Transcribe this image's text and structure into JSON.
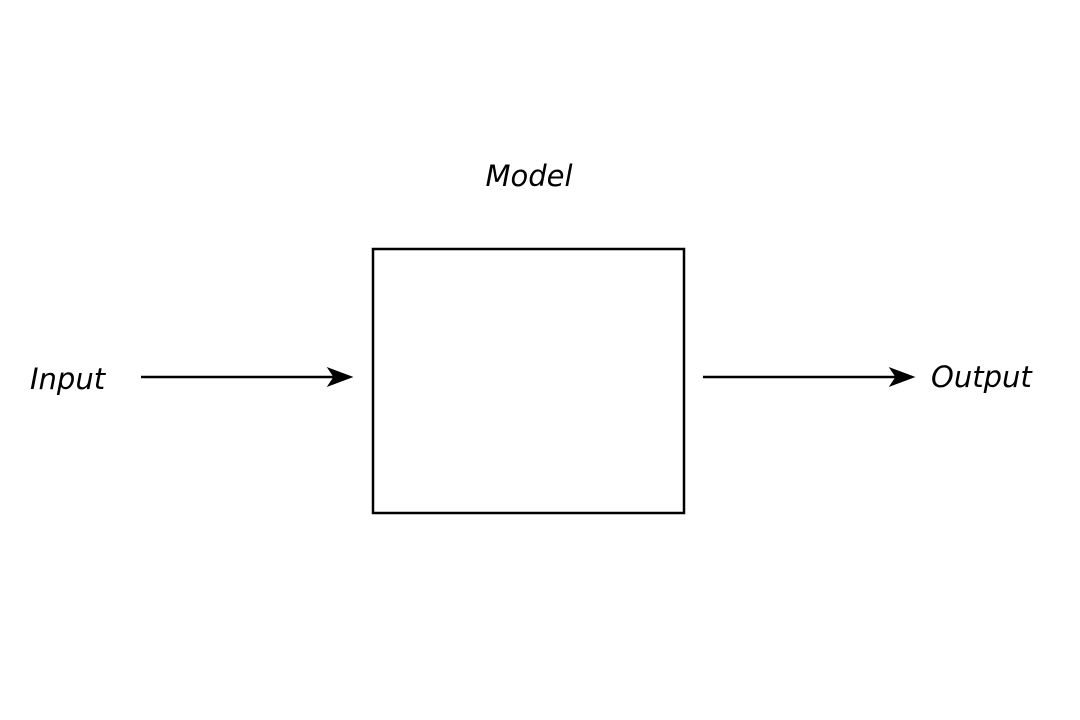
{
  "diagram": {
    "title": "Model",
    "input_label": "Input",
    "output_label": "Output",
    "nodes": [
      {
        "id": "model-box",
        "label": "Model",
        "shape": "rectangle"
      }
    ],
    "edges": [
      {
        "from": "Input",
        "to": "model-box",
        "type": "arrow"
      },
      {
        "from": "model-box",
        "to": "Output",
        "type": "arrow"
      }
    ],
    "colors": {
      "stroke": "#000000",
      "background": "#ffffff",
      "text": "#000000"
    }
  }
}
